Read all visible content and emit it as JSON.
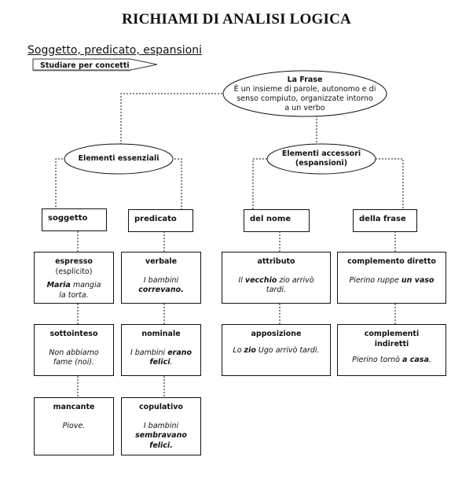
{
  "title": "RICHIAMI DI ANALISI LOGICA",
  "subtitle": "Soggetto, predicato, espansioni",
  "tag": "Studiare per concetti",
  "root": {
    "title": "La Frase",
    "lines": [
      "È un insieme di parole, autonomo e di",
      "senso compiuto, organizzate intorno",
      "a un verbo"
    ]
  },
  "branches": {
    "essential": {
      "label": "Elementi essenziali"
    },
    "accessory": {
      "label1": "Elementi accessori",
      "label2": "(espansioni)"
    }
  },
  "level2": {
    "soggetto": "soggetto",
    "predicato": "predicato",
    "del_nome": "del nome",
    "della_frase": "della frase"
  },
  "boxes": {
    "espresso": {
      "head": "espresso",
      "sub": "(esplicito)",
      "ex_bold": "Maria",
      "ex_rest1": " mangia",
      "ex_rest2": "la torta."
    },
    "sottointeso": {
      "head": "sottointeso",
      "ex1": "Non abbiamo",
      "ex2": "fame (noi)."
    },
    "mancante": {
      "head": "mancante",
      "ex": "Piove."
    },
    "verbale": {
      "head": "verbale",
      "ex1": "I bambini",
      "ex_bold": "correvano."
    },
    "nominale": {
      "head": "nominale",
      "ex1": "I bambini ",
      "ex_bold1": "erano",
      "ex_bold2": "felici",
      "ex_end": "."
    },
    "copulativo": {
      "head": "copulativo",
      "ex1": "I bambini",
      "ex_bold1": "sembravano",
      "ex_bold2": "felici."
    },
    "attributo": {
      "head": "attributo",
      "ex_pre": "Il ",
      "ex_bold": "vecchio",
      "ex_post": " zio arrivò",
      "ex2": "tardi."
    },
    "apposizione": {
      "head": "apposizione",
      "ex_pre": "Lo ",
      "ex_bold": "zio",
      "ex_post": " Ugo arrivò tardi."
    },
    "compl_diretto": {
      "head": "complemento diretto",
      "ex_pre": "Pierino ruppe ",
      "ex_bold": "un vaso"
    },
    "compl_indiretti": {
      "head1": "complementi",
      "head2": "indiretti",
      "ex_pre": "Pierino tornò ",
      "ex_bold": "a casa",
      "ex_end": "."
    }
  }
}
